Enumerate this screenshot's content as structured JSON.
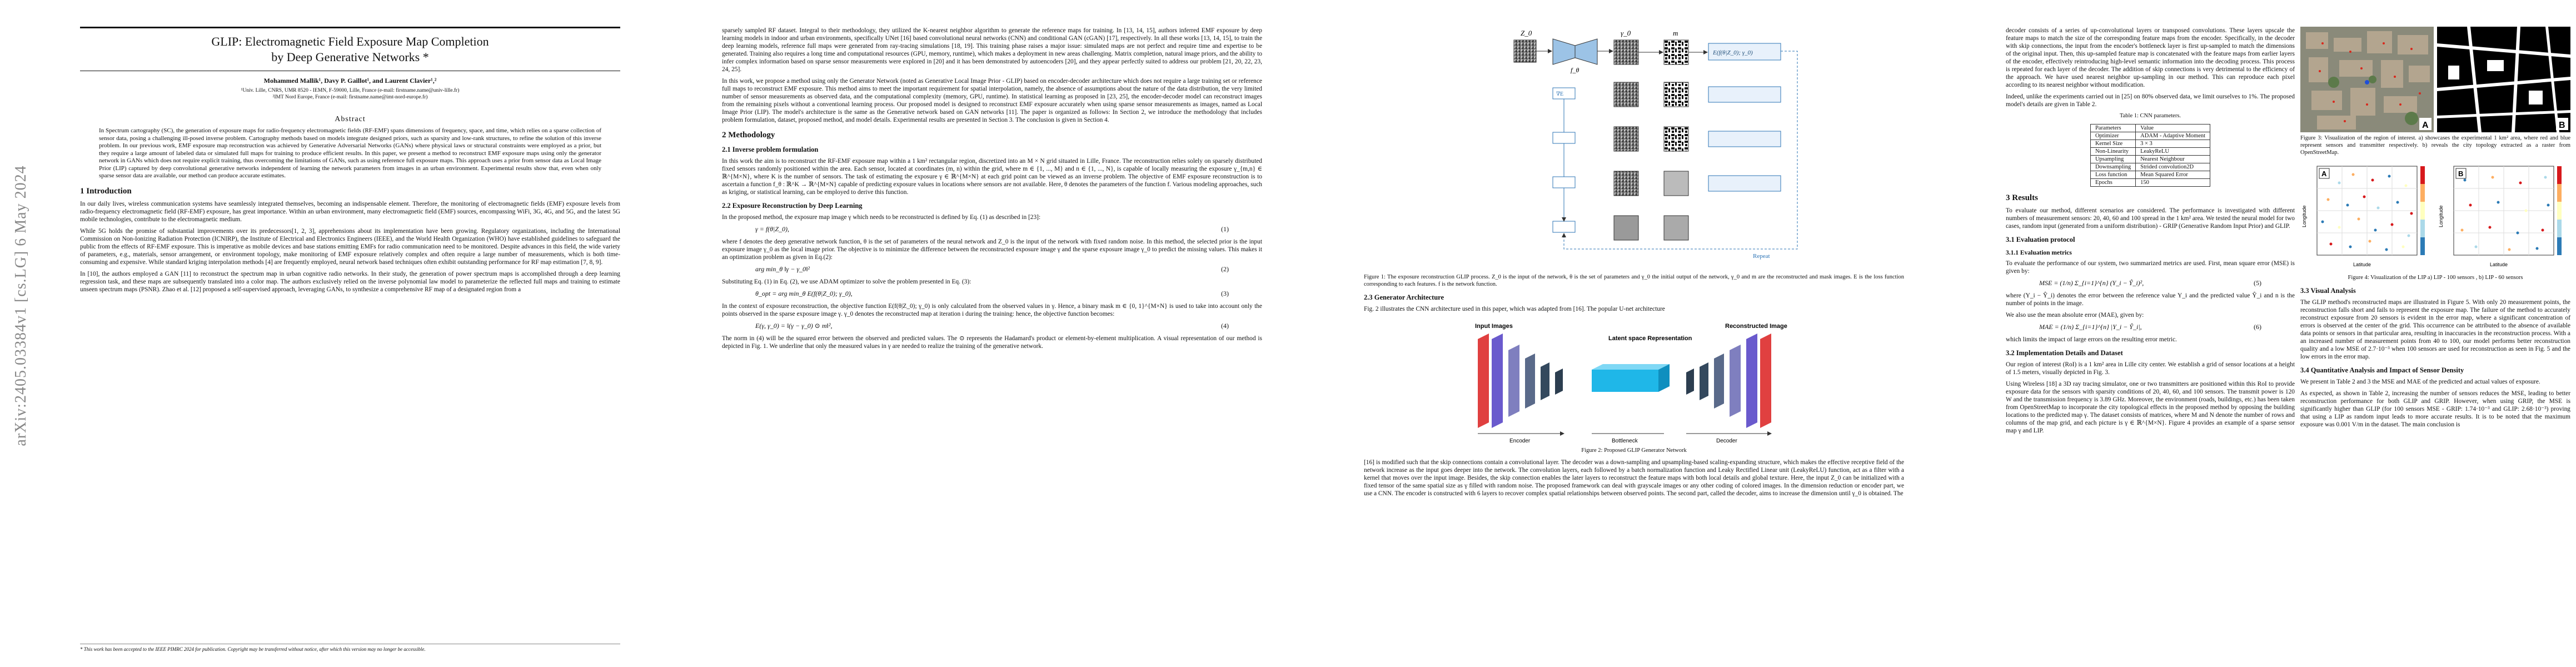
{
  "arxiv_id": "arXiv:2405.03384v1  [cs.LG]  6 May 2024",
  "page1": {
    "title_line1": "GLIP: Electromagnetic Field Exposure Map Completion",
    "title_line2": "by Deep Generative Networks *",
    "authors": "Mohammed Mallik¹, Davy P. Gaillot¹, and Laurent Clavier¹,²",
    "affil1": "¹Univ. Lille, CNRS, UMR 8520 - IEMN, F-59000, Lille, France (e-mail: firstname.name@univ-lille.fr)",
    "affil2": "²IMT Nord Europe, France (e-mail: firstname.name@imt-nord-europe.fr)",
    "abstract_heading": "Abstract",
    "abstract": "In Spectrum cartography (SC), the generation of exposure maps for radio-frequency electromagnetic fields (RF-EMF) spans dimensions of frequency, space, and time, which relies on a sparse collection of sensor data, posing a challenging ill-posed inverse problem. Cartography methods based on models integrate designed priors, such as sparsity and low-rank structures, to refine the solution of this inverse problem. In our previous work, EMF exposure map reconstruction was achieved by Generative Adversarial Networks (GANs) where physical laws or structural constraints were employed as a prior, but they require a large amount of labeled data or simulated full maps for training to produce efficient results. In this paper, we present a method to reconstruct EMF exposure maps using only the generator network in GANs which does not require explicit training, thus overcoming the limitations of GANs, such as using reference full exposure maps. This approach uses a prior from sensor data as Local Image Prior (LIP) captured by deep convolutional generative networks independent of learning the network parameters from images in an urban environment. Experimental results show that, even when only sparse sensor data are available, our method can produce accurate estimates.",
    "sec1": "1   Introduction",
    "intro_p1": "In our daily lives, wireless communication systems have seamlessly integrated themselves, becoming an indispensable element. Therefore, the monitoring of electromagnetic fields (EMF) exposure levels from radio-frequency electromagnetic field (RF-EMF) exposure, has great importance. Within an urban environment, many electromagnetic field (EMF) sources, encompassing WiFi, 3G, 4G, and 5G, and the latest 5G mobile technologies, contribute to the electromagnetic medium.",
    "intro_p2": "While 5G holds the promise of substantial improvements over its predecessors[1, 2, 3], apprehensions about its implementation have been growing. Regulatory organizations, including the International Commission on Non-Ionizing Radiation Protection (ICNIRP), the Institute of Electrical and Electronics Engineers (IEEE), and the World Health Organization (WHO) have established guidelines to safeguard the public from the effects of RF-EMF exposure. This is imperative as mobile devices and base stations emitting EMFs for radio communication need to be monitored. Despite advances in this field, the wide variety of parameters, e.g., materials, sensor arrangement, or environment topology, make monitoring of EMF exposure relatively complex and often require a large number of measurements, which is both time-consuming and expensive. While standard kriging interpolation methods [4] are frequently employed, neural network based techniques often exhibit outstanding performance for RF map estimation [7, 8, 9].",
    "intro_p3": "In [10], the authors employed a GAN [11] to reconstruct the spectrum map in urban cognitive radio networks. In their study, the generation of power spectrum maps is accomplished through a deep learning regression task, and these maps are subsequently translated into a color map. The authors exclusively relied on the inverse polynomial law model to parameterize the reflected full maps and training to estimate unseen spectrum maps (PSNR). Zhao et al. [12] proposed a self-supervised approach, leveraging GANs, to synthesize a comprehensive RF map of a designated region from a",
    "footnote": "* This work has been accepted to the IEEE PIMRC 2024 for publication. Copyright may be transferred without notice, after which this version may no longer be accessible."
  },
  "page2": {
    "p1": "sparsely sampled RF dataset. Integral to their methodology, they utilized the K-nearest neighbor algorithm to generate the reference maps for training. In [13, 14, 15], authors inferred EMF exposure by deep learning models in indoor and urban environments, specifically UNet [16] based convolutional neural networks (CNN) and conditional GAN (cGAN) [17], respectively. In all these works [13, 14, 15], to train the deep learning models, reference full maps were generated from ray-tracing simulations [18, 19]. This training phase raises a major issue: simulated maps are not perfect and require time and expertise to be generated. Training also requires a long time and computational resources (GPU, memory, runtime), which makes a deployment in new areas challenging. Matrix completion, natural image priors, and the ability to infer complex information based on sparse sensor measurements were explored in [20] and it has been demonstrated by autoencoders [20], and they appear perfectly suited to address our problem [21, 20, 22, 23, 24, 25].",
    "p2": "In this work, we propose a method using only the Generator Network (noted as Generative Local Image Prior - GLIP) based on encoder-decoder architecture which does not require a large training set or reference full maps to reconstruct EMF exposure. This method aims to meet the important requirement for spatial interpolation, namely, the absence of assumptions about the nature of the data distribution, the very limited number of sensor measurements as observed data, and the computational complexity (memory, GPU, runtime). In statistical learning as proposed in [23, 25], the encoder-decoder model can reconstruct images from the remaining pixels without a conventional learning process. Our proposed model is designed to reconstruct EMF exposure accurately when using sparse sensor measurements as images, named as Local Image Prior (LIP). The model's architecture is the same as the Generative network based on GAN networks [11]. The paper is organized as follows: In Section 2, we introduce the methodology that includes problem formulation, dataset, proposed method, and model details. Experimental results are presented in Section 3. The conclusion is given in Section 4.",
    "sec2": "2   Methodology",
    "sub21": "2.1   Inverse problem formulation",
    "p21": "In this work the aim is to reconstruct the RF-EMF exposure map within a 1 km² rectangular region, discretized into an M × N grid situated in Lille, France. The reconstruction relies solely on sparsely distributed fixed sensors randomly positioned within the area. Each sensor, located at coordinates (m, n) within the grid, where m ∈ {1, ..., M} and n ∈ {1, ..., N}, is capable of locally measuring the exposure γ_{m,n} ∈ ℝ^{M×N}, where K is the number of sensors. The task of estimating the exposure γ ∈ ℝ^{M×N} at each grid point can be viewed as an inverse problem. The objective of EMF exposure reconstruction is to ascertain a function f_θ : ℝ^K → ℝ^{M×N} capable of predicting exposure values in locations where sensors are not available. Here, θ denotes the parameters of the function f. Various modeling approaches, such as kriging, or statistical learning, can be employed to derive this function.",
    "sub22": "2.2   Exposure Reconstruction by Deep Learning",
    "p22": "In the proposed method, the exposure map image γ which needs to be reconstructed is defined by Eq. (1) as described in [23]:",
    "eq1": "γ = f(θ|Z_0),",
    "eq1_num": "(1)",
    "p22b": "where f denotes the deep generative network function, θ is the set of parameters of the neural network and Z_0 is the input of the network with fixed random noise. In this method, the selected prior is the input exposure image γ_0 as the local image prior. The objective is to minimize the difference between the reconstructed exposure image γ and the sparse exposure image γ_0 to predict the missing values. This makes it an optimization problem as given in Eq.(2):",
    "eq2": "arg min_θ ‖γ − γ_0‖²",
    "eq2_num": "(2)",
    "p22c": "Substituting Eq. (1) in Eq. (2), we use ADAM optimizer to solve the problem presented in Eq. (3):",
    "eq3": "θ_opt = arg min_θ E(f(θ|Z_0); γ_0),",
    "eq3_num": "(3)",
    "p22d": "In the context of exposure reconstruction, the objective function E(f(θ|Z_0); γ_0) is only calculated from the observed values in γ. Hence, a binary mask m ∈ {0, 1}^{M×N} is used to take into account only the points observed in the sparse exposure image γ. γ_0 denotes the reconstructed map at iteration i during the training: hence, the objective function becomes:",
    "eq4": "E(γ, γ_0) = ‖(γ − γ_0) ⊙ m‖²,",
    "eq4_num": "(4)",
    "p22e": "The norm in (4) will be the squared error between the observed and predicted values. The ⊙ represents the Hadamard's product or element-by-element multiplication. A visual representation of our method is depicted in Fig. 1. We underline that only the measured values in γ are needed to realize the training of the generative network."
  },
  "page3": {
    "fig1_caption": "Figure 1: The exposure reconstruction GLIP process. Z_0 is the input of the network, θ is the set of parameters and γ_0 the initial output of the network, γ_0 and m are the reconstructed and mask images. E is the loss function corresponding to each features. f is the network function.",
    "fig1_labels": [
      "Z_0",
      "f_θ",
      "γ_0",
      "m",
      "E(f(θ|Z_0); γ_0)",
      "∇E",
      "Repeat"
    ],
    "sub23": "2.3   Generator Architecture",
    "p23": "Fig. 2 illustrates the CNN architecture used in this paper, which was adapted from [16]. The popular U-net architecture",
    "fig2_labels": {
      "input": "Input Images",
      "latent": "Latent space Representation",
      "recon": "Reconstructed Image",
      "encoder": "Encoder",
      "bottleneck": "Bottleneck",
      "decoder": "Decoder"
    },
    "fig2_caption": "Figure 2: Proposed GLIP Generator Network",
    "p23b": "[16] is modified such that the skip connections contain a convolutional layer. The decoder was a down-sampling and upsampling-based scaling-expanding structure, which makes the effective receptive field of the network increase as the input goes deeper into the network. The convolution layers, each followed by a batch normalization function and Leaky Rectified Linear unit (LeakyReLU) function, act as a filter with a kernel that moves over the input image. Besides, the skip connection enables the later layers to reconstruct the feature maps with both local details and global texture. Here, the input Z_0 can be initialized with a fixed tensor of the same spatial size as γ filled with random noise. The proposed framework can deal with grayscale images or any other coding of colored images. In the dimension reduction or encoder part, we use a CNN. The encoder is constructed with 6 layers to recover complex spatial relationships between observed points. The second part, called the decoder, aims to increase the dimension until γ_0 is obtained. The"
  },
  "page4": {
    "p1": "decoder consists of a series of up-convolutional layers or transposed convolutions. These layers upscale the feature maps to match the size of the corresponding feature maps from the encoder. Specifically, in the decoder with skip connections, the input from the encoder's bottleneck layer is first up-sampled to match the dimensions of the original input. Then, this up-sampled feature map is concatenated with the feature maps from earlier layers of the encoder, effectively reintroducing high-level semantic information into the decoding process. This process is repeated for each layer of the decoder. The addition of skip connections is very detrimental to the efficiency of the approach. We have used nearest neighbor up-sampling in our method. This can reproduce each pixel according to its nearest neighbor without modification.",
    "p2": "Indeed, unlike the experiments carried out in [25] on 80% observed data, we limit ourselves to 1%. The proposed model's details are given in Table 2.",
    "table_caption": "Table 1: CNN parameters.",
    "table": [
      [
        "Parameters",
        "Value"
      ],
      [
        "Optimizer",
        "ADAM - Adaptive Moment"
      ],
      [
        "Kernel Size",
        "3 × 3"
      ],
      [
        "Non-Linearity",
        "LeakyReLU"
      ],
      [
        "Upsampling",
        "Nearest Neighbour"
      ],
      [
        "Downsampling",
        "Strided convolution2D"
      ],
      [
        "Loss function",
        "Mean Squared Error"
      ],
      [
        "Epochs",
        "150"
      ]
    ],
    "sec3": "3   Results",
    "p3": "To evaluate our method, different scenarios are considered. The performance is investigated with different numbers of measurement sensors: 20, 40, 60 and 100 spread in the 1 km² area. We tested the neural model for two cases, random input (generated from a uniform distribution) - GRIP (Generative Random Input Prior) and GLIP.",
    "sub31": "3.1   Evaluation protocol",
    "sub311": "3.1.1   Evaluation metrics",
    "p311": "To evaluate the performance of our system, two summarized metrics are used. First, mean square error (MSE) is given by:",
    "eq5": "MSE = (1/n) Σ_{i=1}^{n} (Y_i − Ŷ_i)²,",
    "eq5_num": "(5)",
    "p311b": "where (Y_i − Ŷ_i) denotes the error between the reference value Y_i and the predicted value Ŷ_i and n is the number of points in the image.",
    "p311c": "We also use the mean absolute error (MAE), given by:",
    "eq6": "MAE = (1/n) Σ_{i=1}^{n} |Y_i − Ŷ_i|,",
    "eq6_num": "(6)",
    "p311d": "which limits the impact of large errors on the resulting error metric.",
    "sub32": "3.2   Implementation Details and Dataset",
    "p32": "Our region of interest (RoI) is a 1 km² area in Lille city center. We establish a grid of sensor locations at a height of 1.5 meters, visually depicted in Fig. 3.",
    "p32b": "Using Wireless [18] a 3D ray tracing simulator, one or two transmitters are positioned within this RoI to provide exposure data for the sensors with sparsity conditions of 20, 40, 60, and 100 sensors. The transmit power is 120 W and the transmission frequency is 3.89 GHz. Moreover, the environment (roads, buildings, etc.) has been taken from OpenStreetMap to incorporate the city topological effects in the proposed method by opposing the building locations to the predicted map γ. The dataset consists of matrices, where M and N denote the number of rows and columns of the map grid, and each picture is γ ∈ ℝ^{M×N}. Figure 4 provides an example of a sparse sensor map γ and LIP.",
    "fig3_caption": "Figure 3: Visualization of the region of interest. a) showcases the experimental 1 km² area, where red and blue represent sensors and transmitter respectively. b) reveals the city topology extracted as a raster from OpenStreetMap.",
    "fig3_tags": [
      "A",
      "B"
    ],
    "fig4_caption": "Figure 4: Visualization of the LIP a) LIP - 100 sensors , b) LIP - 60 sensors",
    "fig4_tags": [
      "A",
      "B"
    ],
    "fig4_xlabel": "Latitude",
    "fig4_ylabel": "Longitude",
    "sub33": "3.3   Visual Analysis",
    "p33": "The GLIP method's reconstructed maps are illustrated in Figure 5. With only 20 measurement points, the reconstruction falls short and fails to represent the exposure map. The failure of the method to accurately reconstruct exposure from 20 sensors is evident in the error map, where a significant concentration of errors is observed at the center of the grid. This occurrence can be attributed to the absence of available data points or sensors in that particular area, resulting in inaccuracies in the reconstruction process. With a an increased number of measurement points from 40 to 100, our model performs better reconstruction quality and a low MSE of 2.7·10⁻³ when 100 sensors are used for reconstruction as seen in Fig. 5 and the low errors in the error map.",
    "sub34": "3.4   Quantitative Analysis and Impact of Sensor Density",
    "p34": "We present in Table 2 and 3 the MSE and MAE of the predicted and actual values of exposure.",
    "p34b": "As expected, as shown in Table 2, increasing the number of sensors reduces the MSE, leading to better reconstruction performance for both GLIP and GRIP. However, when using GRIP, the MSE is significantly higher than GLIP (for 100 sensors MSE - GRIP: 1.74·10⁻³ and GLIP: 2.68·10⁻³) proving that using a LIP as random input leads to more accurate results. It is to be noted that the maximum exposure was 0.001 V/m in the dataset. The main conclusion is"
  }
}
